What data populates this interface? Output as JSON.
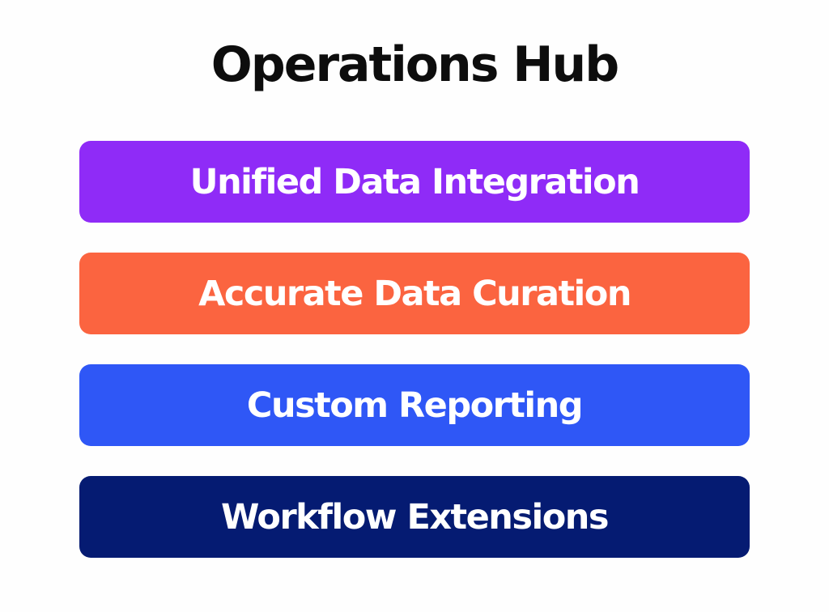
{
  "page": {
    "title": "Operations Hub"
  },
  "colors": {
    "background": "#FEFEFE",
    "title_text": "#0D0D0D",
    "bar_text": "#FFFFFF",
    "purple": "#8F2BF7",
    "orange": "#FB6440",
    "blue": "#2F57F6",
    "navy": "#051B72"
  },
  "bars": [
    {
      "label": "Unified Data Integration",
      "color": "#8F2BF7",
      "color_name": "purple"
    },
    {
      "label": "Accurate Data Curation",
      "color": "#FB6440",
      "color_name": "orange"
    },
    {
      "label": "Custom Reporting",
      "color": "#2F57F6",
      "color_name": "blue"
    },
    {
      "label": "Workflow Extensions",
      "color": "#051B72",
      "color_name": "navy"
    }
  ]
}
